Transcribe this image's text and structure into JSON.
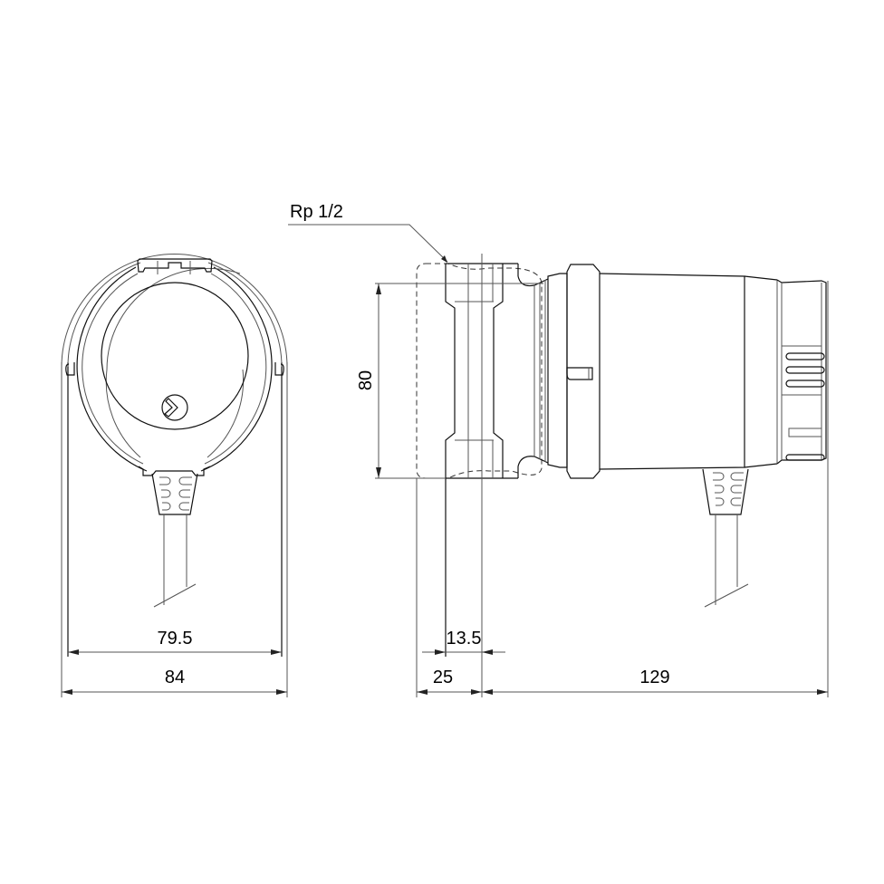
{
  "drawing": {
    "title": "Circulator pump dimensional drawing",
    "thread_label": "Rp 1/2",
    "views": [
      {
        "name": "front-view",
        "description": "End view of pump head with electrical connector"
      },
      {
        "name": "side-view",
        "description": "Side view with pipe connection housing and motor"
      }
    ]
  },
  "dimensions": {
    "front_inner_width": "79.5",
    "front_outer_width": "84",
    "port_height": "80",
    "port_thread_offset": "13.5",
    "port_housing_width": "25",
    "motor_length": "129"
  }
}
